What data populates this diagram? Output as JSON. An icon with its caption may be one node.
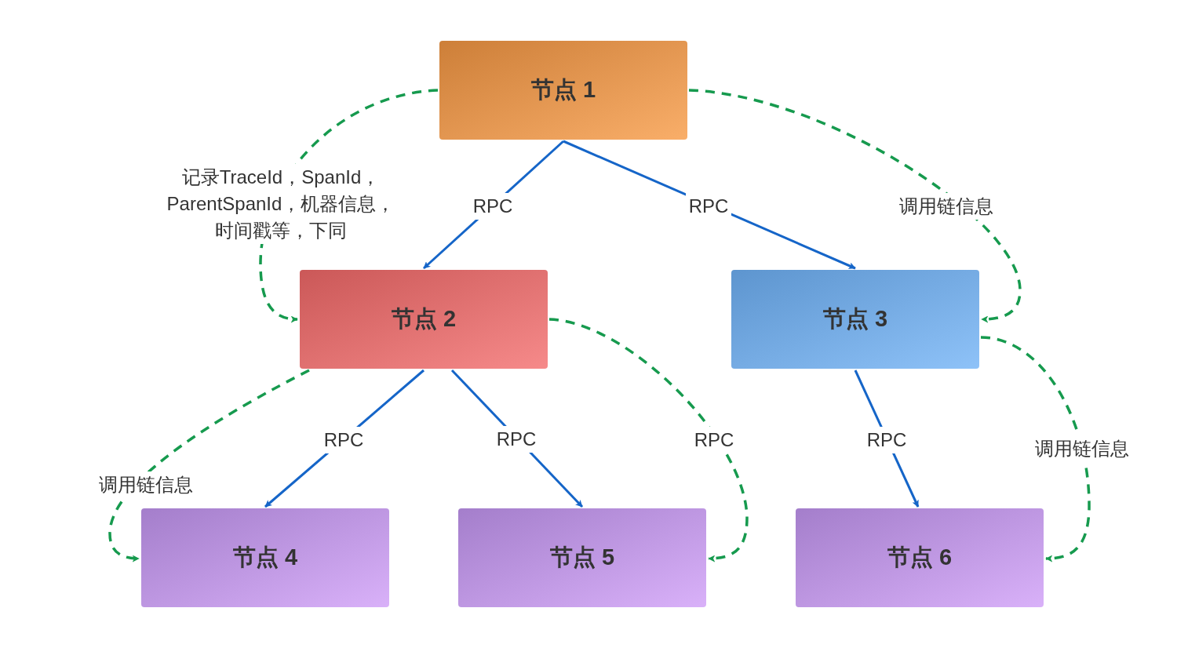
{
  "diagram": {
    "nodes": [
      {
        "text": [
          "节点 1"
        ]
      },
      {
        "text": [
          "节点 2"
        ]
      },
      {
        "text": [
          "节点 3"
        ]
      },
      {
        "text": [
          "节点 4"
        ]
      },
      {
        "text": [
          "节点 5"
        ]
      },
      {
        "text": [
          "节点 6"
        ]
      }
    ],
    "edges": [
      {
        "from": 0,
        "to": 1,
        "arrow": "to",
        "label": "RPC"
      },
      {
        "from": 0,
        "to": 2,
        "arrow": "to",
        "label": "RPC"
      },
      {
        "from": 1,
        "to": 3,
        "arrow": "to",
        "label": "RPC"
      },
      {
        "from": 1,
        "to": 4,
        "arrow": "to",
        "label": "RPC"
      },
      {
        "from": 2,
        "to": 5,
        "arrow": "to",
        "label": "RPC"
      },
      {
        "from": 0,
        "to": 1,
        "arrow": "to",
        "label": "记录TraceId，SpanId，ParentSpanId，机器信息，时间戳等，下同",
        "style": "dashed",
        "color": "#169a4e"
      },
      {
        "from": 0,
        "to": 2,
        "arrow": "to",
        "label": "调用链信息",
        "style": "dashed",
        "color": "#169a4e"
      },
      {
        "from": 1,
        "to": 3,
        "arrow": "to",
        "label": "调用链信息",
        "style": "dashed",
        "color": "#169a4e"
      },
      {
        "from": 1,
        "to": 4,
        "arrow": "to",
        "label": "RPC",
        "style": "dashed",
        "color": "#169a4e"
      },
      {
        "from": 2,
        "to": 5,
        "arrow": "to",
        "label": "调用链信息",
        "style": "dashed",
        "color": "#169a4e"
      }
    ]
  }
}
